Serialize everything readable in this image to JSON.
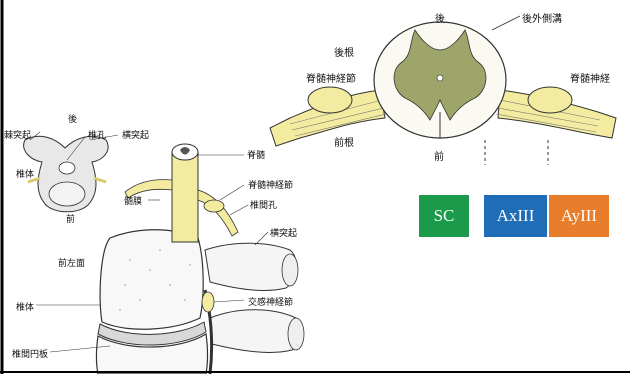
{
  "colors": {
    "sc_box": "#1a9a4a",
    "axiii_box": "#1f6db6",
    "ayiii_box": "#e87d2c",
    "nerve_fill": "#f3eba0",
    "white_matter": "#fbfaf2",
    "gray_matter": "#9ea56a"
  },
  "cross_section": {
    "posterior": "後",
    "posterolateral_sulcus": "後外側溝",
    "dorsal_root": "後根",
    "spinal_ganglion": "脊髄神経節",
    "spinal_nerve": "脊髄神経",
    "ventral_root": "前根",
    "anterior": "前"
  },
  "vertebra_top": {
    "posterior": "後",
    "articular_process": "棘突起",
    "foramen": "椎孔",
    "transverse_process": "横突起",
    "body": "椎体",
    "anterior": "前"
  },
  "vertebra_side": {
    "spinal_cord": "脊髄",
    "spinal_ganglion": "脊髄神経節",
    "dura": "髄膜",
    "intervertebral_foramen": "椎間孔",
    "transverse_process": "横突起",
    "anterior_left_surface": "前左面",
    "sympathetic_ganglion": "交感神経節",
    "vertebral_body": "椎体",
    "intervertebral_disc": "椎間円板"
  },
  "boxes": {
    "sc": "SC",
    "axiii": "AxIII",
    "ayiii": "AyIII"
  }
}
